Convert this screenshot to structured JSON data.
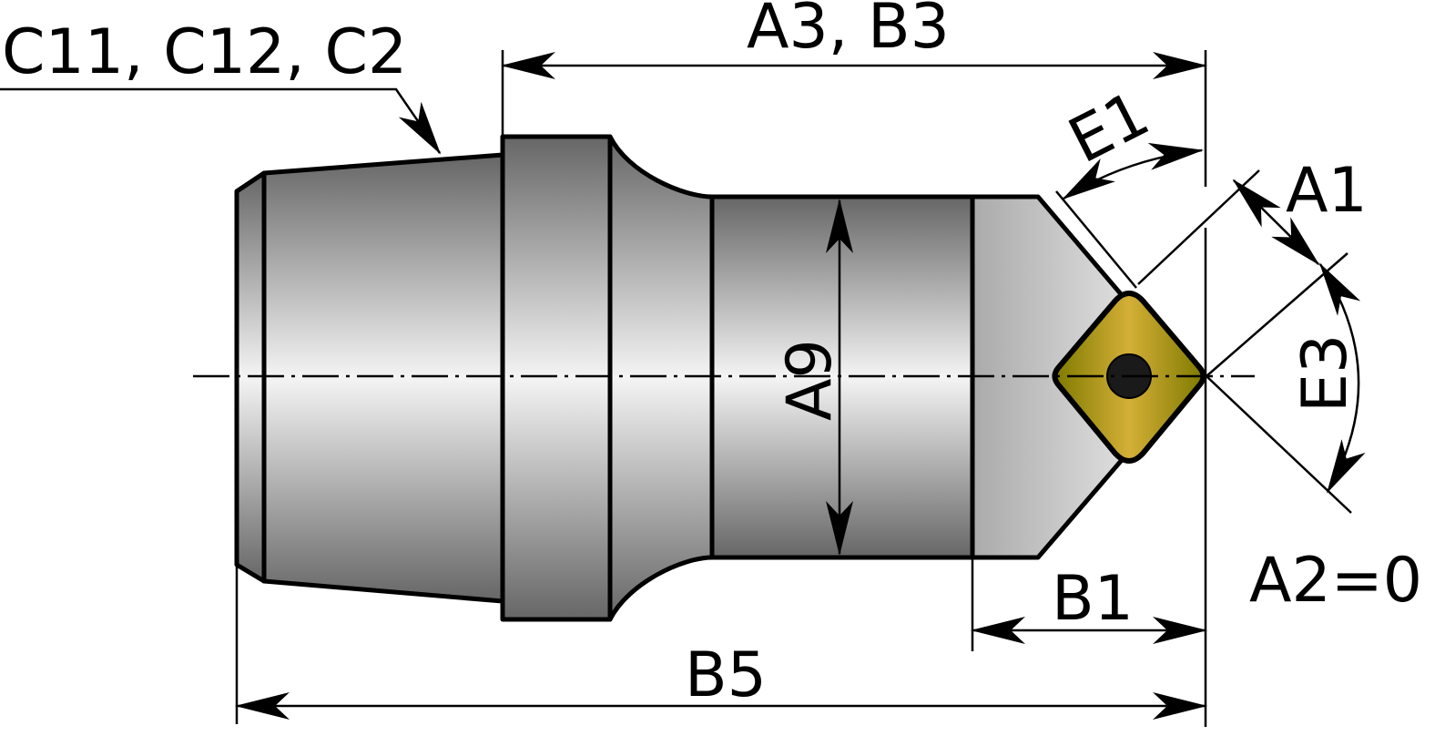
{
  "labels": {
    "c_group": "C11, C12, C2",
    "a3_b3": "A3, B3",
    "e1": "E1",
    "a1": "A1",
    "a9": "A9",
    "e3": "E3",
    "b1": "B1",
    "a2": "A2=0",
    "b5": "B5"
  },
  "colors": {
    "insert": "#d4af37",
    "insert_edge": "#8a8500",
    "hole": "#1a1a1a"
  }
}
